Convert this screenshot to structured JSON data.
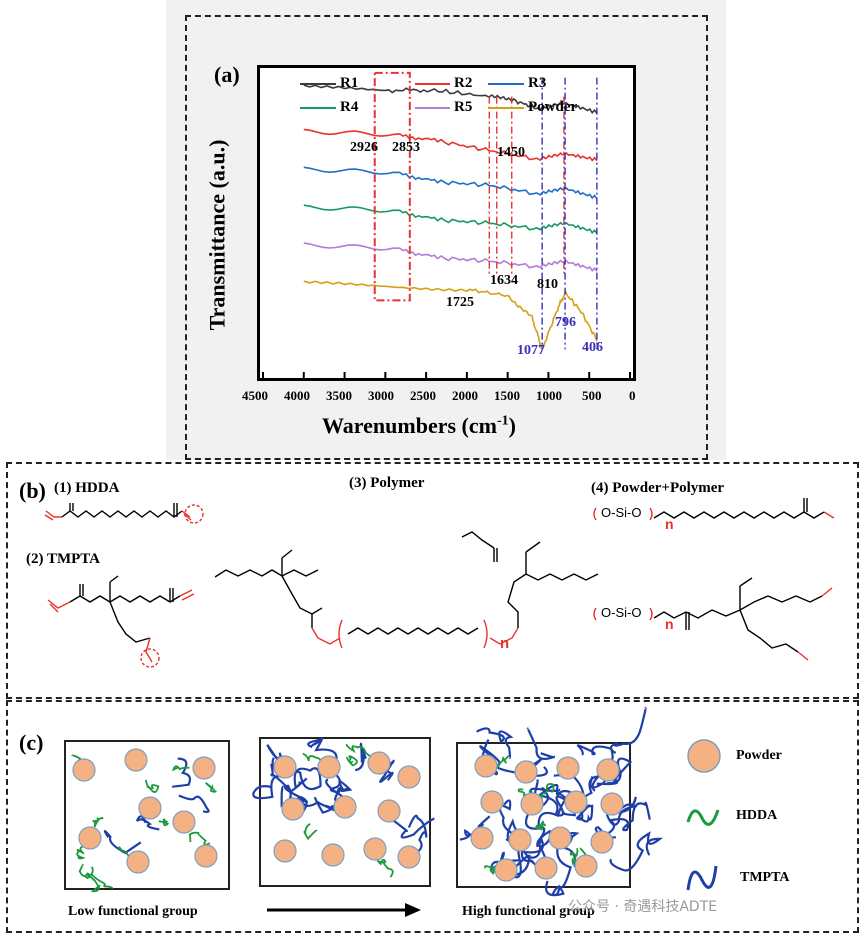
{
  "panel_a": {
    "label": "(a)",
    "ylabel": "Transmittance (a.u.)",
    "xlabel_main": "Warenumbers (cm",
    "xlabel_sup": "-1",
    "xlabel_end": ")",
    "x_ticks": [
      "4500",
      "4000",
      "3500",
      "3000",
      "2500",
      "2000",
      "1500",
      "1000",
      "500",
      "0"
    ],
    "legend": [
      {
        "name": "R1",
        "color": "#3a3a3a"
      },
      {
        "name": "R2",
        "color": "#e8322d"
      },
      {
        "name": "R3",
        "color": "#1f6fc4"
      },
      {
        "name": "R4",
        "color": "#159a64"
      },
      {
        "name": "R5",
        "color": "#b37bd6"
      },
      {
        "name": "Powder",
        "color": "#d4a017"
      }
    ],
    "peaks_black": [
      "2926",
      "2853",
      "1450",
      "1634",
      "810",
      "1725"
    ],
    "peaks_blue": [
      "1077",
      "796",
      "406"
    ]
  },
  "chart_data": {
    "type": "line",
    "title": "",
    "xlabel": "Warenumbers (cm-1)",
    "ylabel": "Transmittance (a.u.)",
    "xlim": [
      4500,
      0
    ],
    "x_reversed": true,
    "grid": false,
    "legend_position": "top-left",
    "series": [
      {
        "name": "R1",
        "points": [
          [
            4000,
            0.93
          ],
          [
            3000,
            0.92
          ],
          [
            2400,
            0.92
          ],
          [
            1725,
            0.9
          ],
          [
            1450,
            0.89
          ],
          [
            1100,
            0.86
          ],
          [
            810,
            0.88
          ],
          [
            406,
            0.85
          ]
        ]
      },
      {
        "name": "R2",
        "points": [
          [
            4000,
            0.79
          ],
          [
            2900,
            0.78
          ],
          [
            2360,
            0.76
          ],
          [
            1725,
            0.73
          ],
          [
            1100,
            0.7
          ],
          [
            810,
            0.72
          ],
          [
            406,
            0.7
          ]
        ]
      },
      {
        "name": "R3",
        "points": [
          [
            4000,
            0.67
          ],
          [
            2900,
            0.66
          ],
          [
            2360,
            0.63
          ],
          [
            1725,
            0.62
          ],
          [
            1100,
            0.59
          ],
          [
            810,
            0.61
          ],
          [
            406,
            0.58
          ]
        ]
      },
      {
        "name": "R4",
        "points": [
          [
            4000,
            0.55
          ],
          [
            2900,
            0.54
          ],
          [
            2360,
            0.51
          ],
          [
            1725,
            0.5
          ],
          [
            1100,
            0.48
          ],
          [
            810,
            0.5
          ],
          [
            406,
            0.47
          ]
        ]
      },
      {
        "name": "R5",
        "points": [
          [
            4000,
            0.43
          ],
          [
            2900,
            0.42
          ],
          [
            2360,
            0.39
          ],
          [
            1725,
            0.38
          ],
          [
            1100,
            0.36
          ],
          [
            810,
            0.38
          ],
          [
            406,
            0.35
          ]
        ]
      },
      {
        "name": "Powder",
        "points": [
          [
            4000,
            0.31
          ],
          [
            3000,
            0.3
          ],
          [
            2000,
            0.29
          ],
          [
            1500,
            0.27
          ],
          [
            1200,
            0.2
          ],
          [
            1077,
            0.1
          ],
          [
            900,
            0.22
          ],
          [
            796,
            0.28
          ],
          [
            600,
            0.22
          ],
          [
            406,
            0.13
          ]
        ]
      }
    ],
    "annotations": [
      "2926",
      "2853",
      "1450",
      "1634",
      "810",
      "1725",
      "1077",
      "796",
      "406"
    ]
  },
  "panel_b": {
    "label": "(b)",
    "hdda": "(1) HDDA",
    "tmpta": "(2) TMPTA",
    "polymer": "(3) Polymer",
    "powder_polymer": "(4) Powder+Polymer",
    "n": "n",
    "si_group": "O-Si-O"
  },
  "panel_c": {
    "label": "(c)",
    "legend": [
      "Powder",
      "HDDA",
      "TMPTA"
    ],
    "caption_left": "Low functional group",
    "caption_right": "High functional group"
  },
  "watermark": "公众号 · 奇遇科技ADTE",
  "colors": {
    "powder_fill": "#f4b183",
    "powder_stroke": "#7f9fbf",
    "hdda": "#1a9a3a",
    "tmpta": "#1f3fa8",
    "highlight": "#e8322d"
  }
}
